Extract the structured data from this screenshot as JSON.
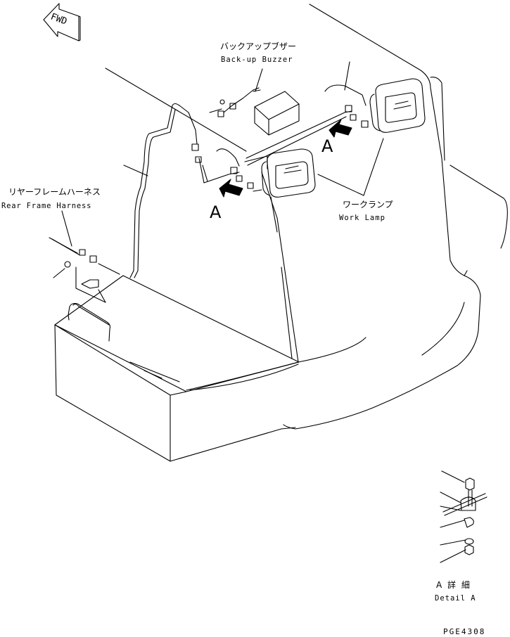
{
  "fwd_label": "FWD",
  "backup_buzzer": {
    "ja": "バックアップブザー",
    "en": "Back-up Buzzer"
  },
  "work_lamp": {
    "ja": "ワークランプ",
    "en": "Work Lamp"
  },
  "rear_frame_harness": {
    "ja": "リヤーフレームハーネス",
    "en": "Rear Frame Harness"
  },
  "callout_a": "A",
  "detail_a": {
    "ja": "A 詳 細",
    "en": "Detail A"
  },
  "drawing_code": "PGE4308",
  "colors": {
    "line": "#000000",
    "background": "#ffffff"
  }
}
